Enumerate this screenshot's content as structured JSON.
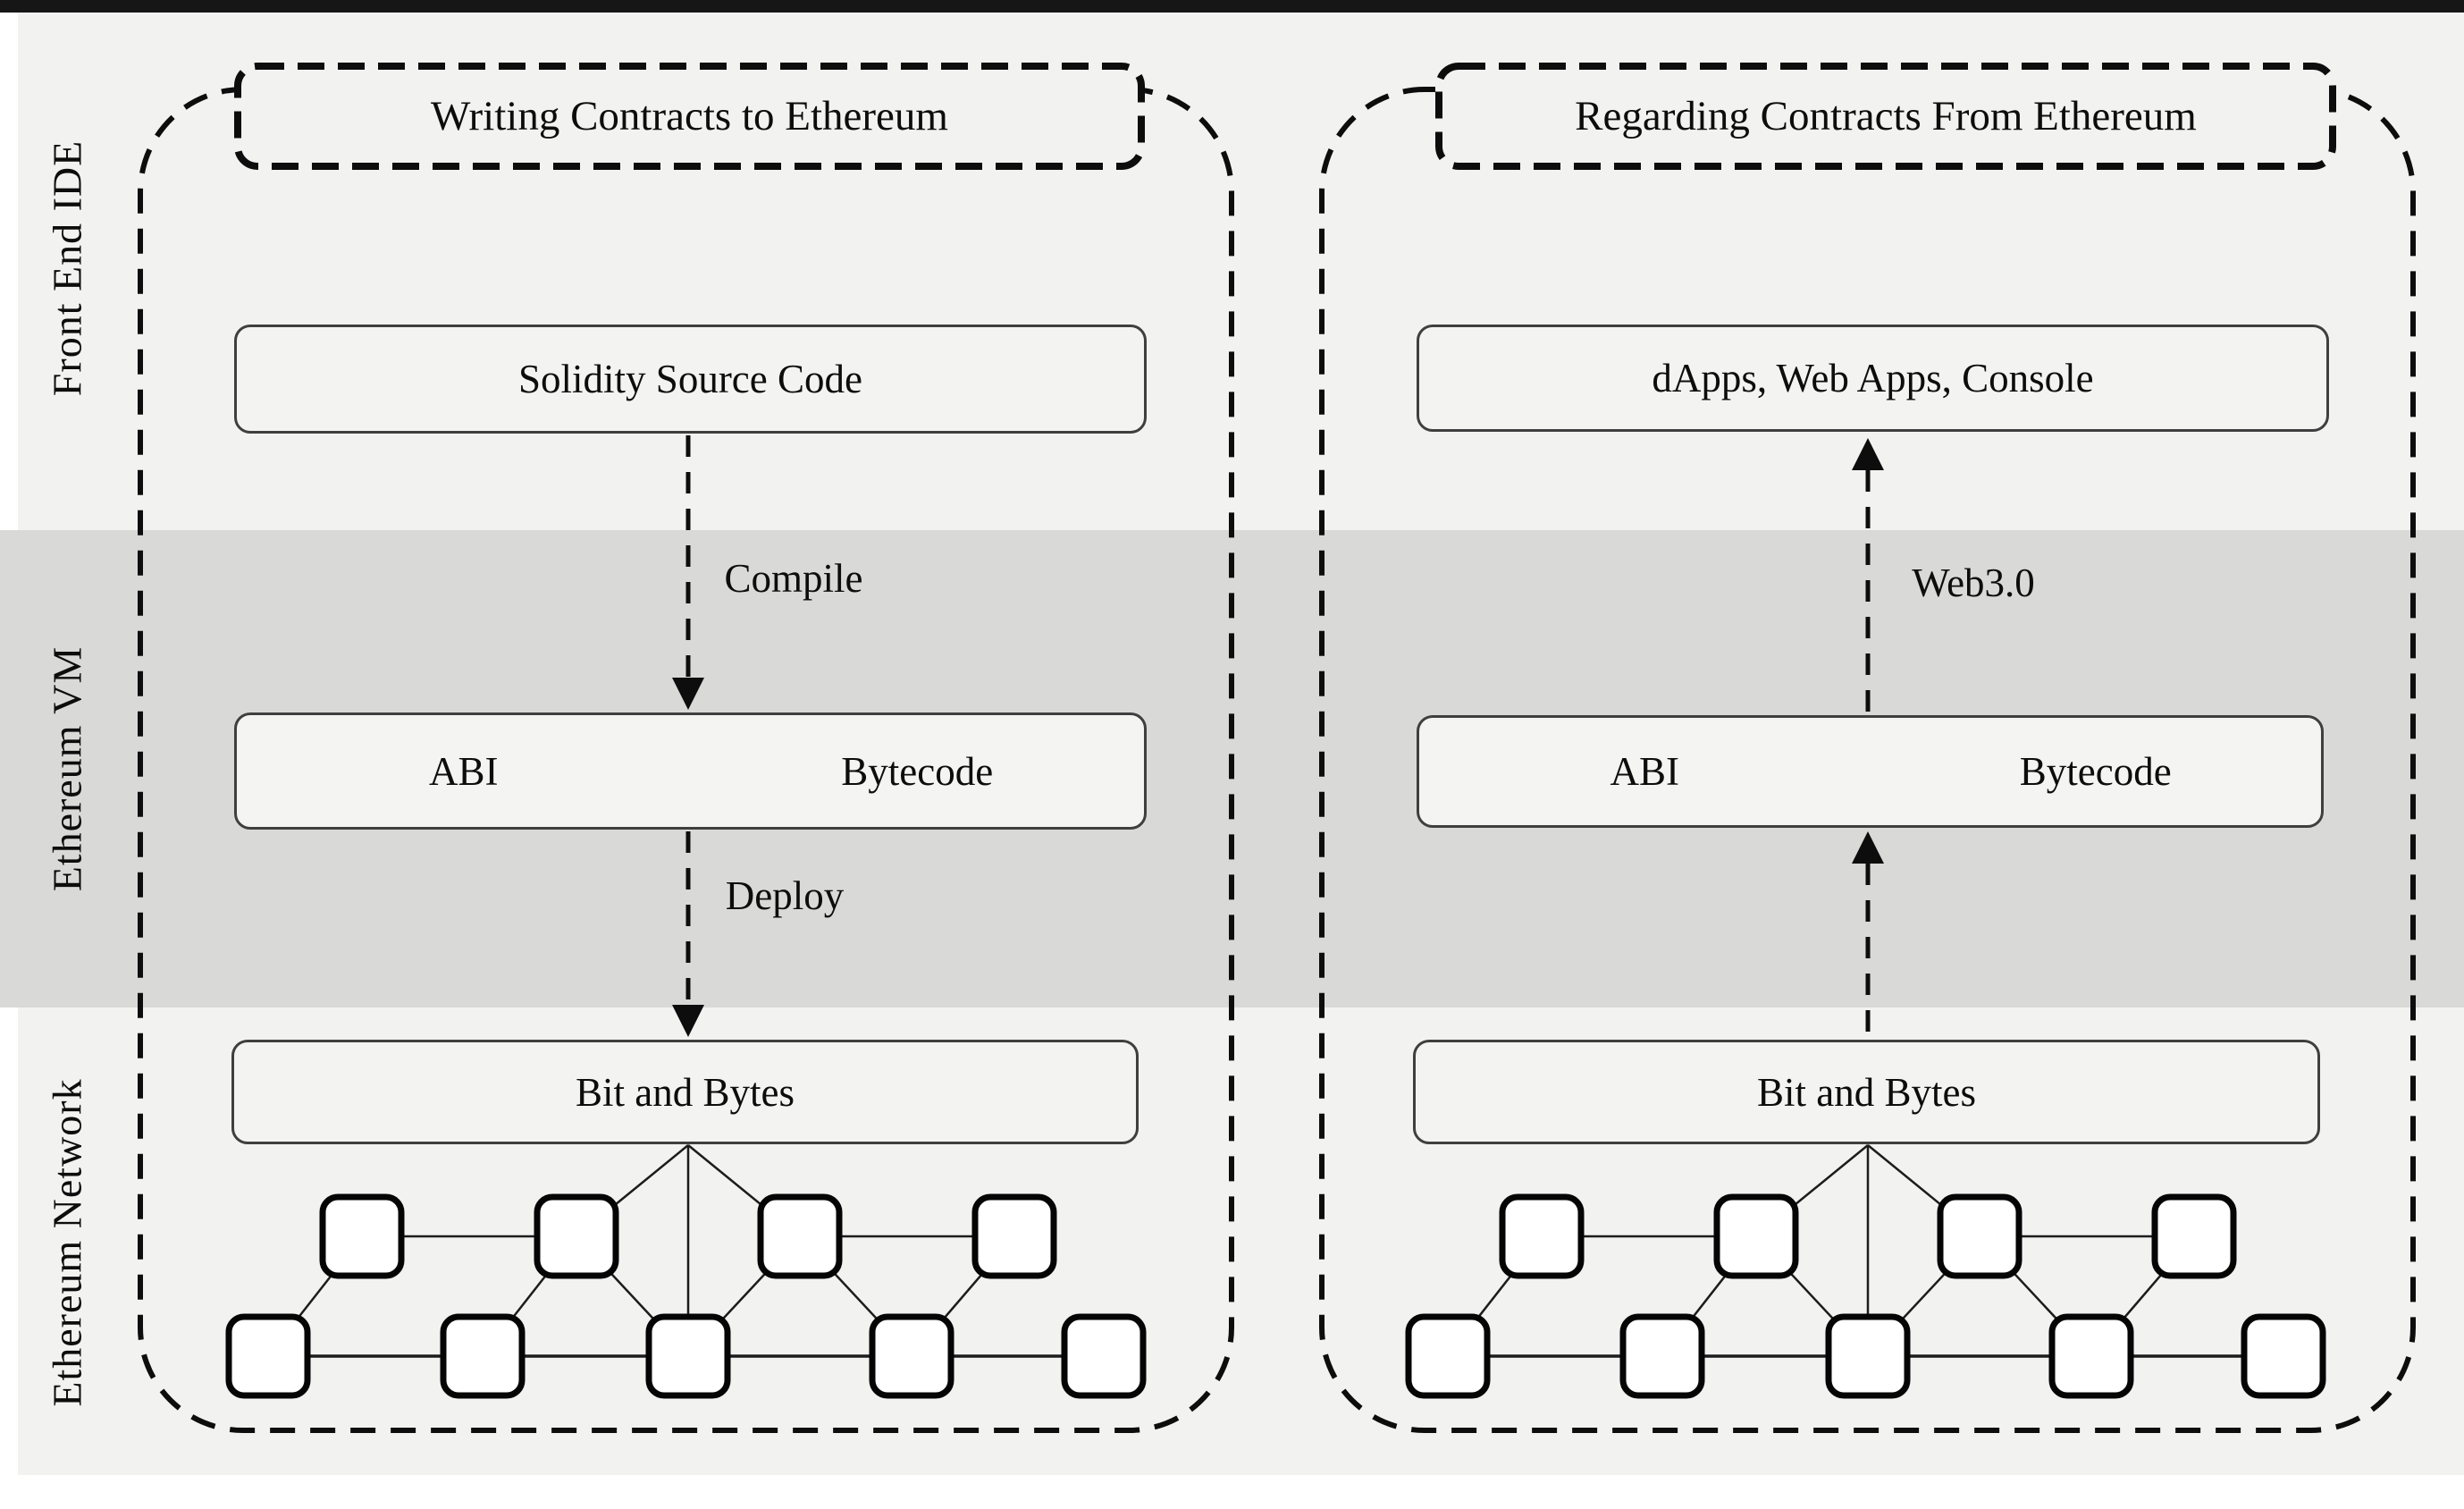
{
  "bands": {
    "front_end_ide": "Front End IDE",
    "ethereum_vm": "Ethereum VM",
    "ethereum_network": "Ethereum Network"
  },
  "left_panel": {
    "title": "Writing Contracts to Ethereum",
    "top_box": "Solidity Source Code",
    "abi_box": {
      "left": "ABI",
      "right": "Bytecode"
    },
    "bottom_box": "Bit and Bytes",
    "arrow1_label": "Compile",
    "arrow2_label": "Deploy"
  },
  "right_panel": {
    "title": "Regarding Contracts From Ethereum",
    "top_box": "dApps, Web Apps, Console",
    "abi_box": {
      "left": "ABI",
      "right": "Bytecode"
    },
    "bottom_box": "Bit and Bytes",
    "arrow_label": "Web3.0"
  },
  "colors": {
    "top_bar": "#161616",
    "band_light": "#f2f2f1",
    "band_dark": "#d9d9d8",
    "box_fill": "#f3f3f2",
    "stroke": "#0d0d0d"
  }
}
